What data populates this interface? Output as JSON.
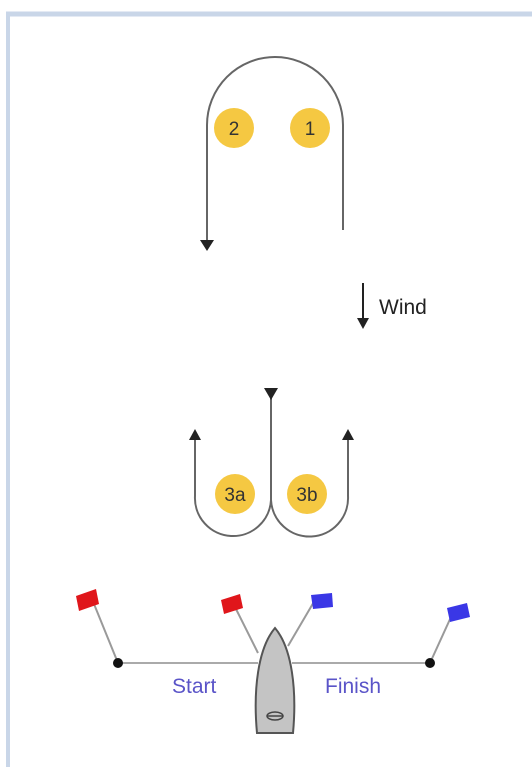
{
  "marks": {
    "mark1": "1",
    "mark2": "2",
    "mark3a": "3a",
    "mark3b": "3b"
  },
  "wind_label": "Wind",
  "start_label": "Start",
  "finish_label": "Finish",
  "colors": {
    "frame_border": "#c9d6e8",
    "mark_fill": "#f5c842",
    "course_line": "#666666",
    "arrow": "#222222",
    "start_flag": "#e0161b",
    "finish_flag": "#3a37e6",
    "label_text": "#5a54c8",
    "boat_fill": "#c4c4c4",
    "boat_stroke": "#555555",
    "pin": "#111111"
  }
}
